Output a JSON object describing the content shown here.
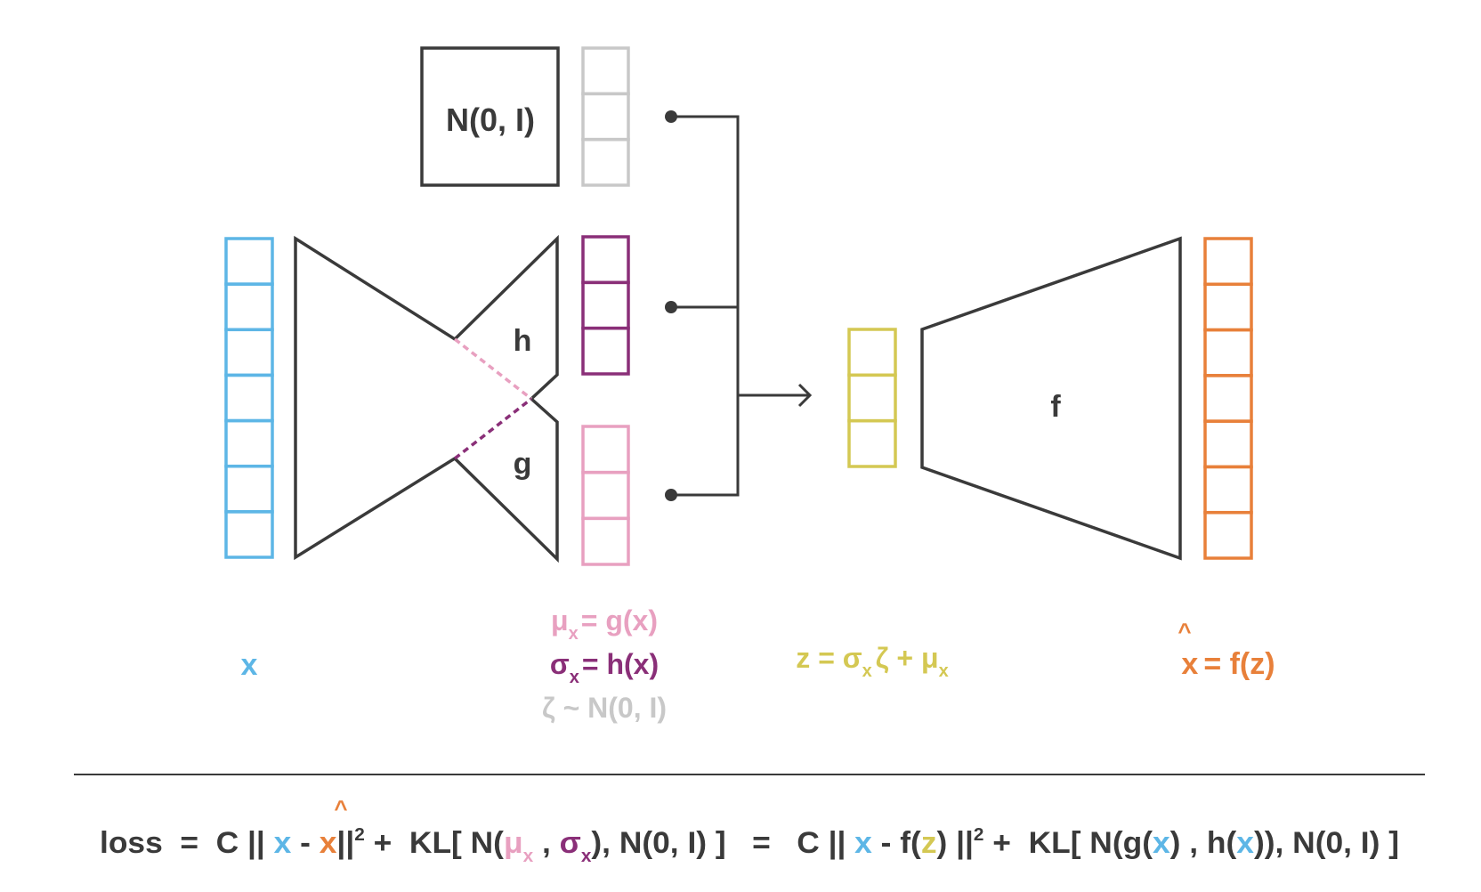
{
  "colors": {
    "input": "#5db6e6",
    "sigma": "#8a2f78",
    "mu": "#e8a0c0",
    "noise": "#c8c8c8",
    "latent": "#d4c853",
    "output": "#e8803a",
    "ink": "#3a3a3a"
  },
  "noise_box": {
    "label": "N(0, I)"
  },
  "encoder": {
    "h_label": "h",
    "g_label": "g"
  },
  "decoder": {
    "f_label": "f"
  },
  "labels": {
    "x": "x",
    "mu_eq": {
      "sym": "μ",
      "sub": "x",
      "rhs": "= g(x)"
    },
    "sigma_eq": {
      "sym": "σ",
      "sub": "x",
      "rhs": "= h(x)"
    },
    "zeta_eq": "ζ ~ N(0, I)",
    "z_eq": {
      "lhs": "z = σ",
      "sub1": "x",
      "mid": "ζ + μ",
      "sub2": "x"
    },
    "xhat_eq": {
      "hat": "^",
      "x": "x",
      "rhs": "= f(z)"
    }
  },
  "loss": {
    "p1": "loss  =  C || ",
    "x1": "x",
    "minus1": " - ",
    "xhat": "x",
    "hat": "^",
    "p2": "||",
    "sq1": "2",
    "p3": " +  KL[ N(",
    "mu": "μ",
    "sub_mu": "x",
    "comma": " , ",
    "sigma": "σ",
    "sub_sigma": "x",
    "p4": "), N(0, I) ]   =   C || ",
    "x2": "x",
    "p5": " - f(",
    "z": "z",
    "p6": ") ||",
    "sq2": "2",
    "p7": " +  KL[ N(g(",
    "x3": "x",
    "p8": ") , h(",
    "x4": "x",
    "p9": ")), N(0, I) ]"
  }
}
